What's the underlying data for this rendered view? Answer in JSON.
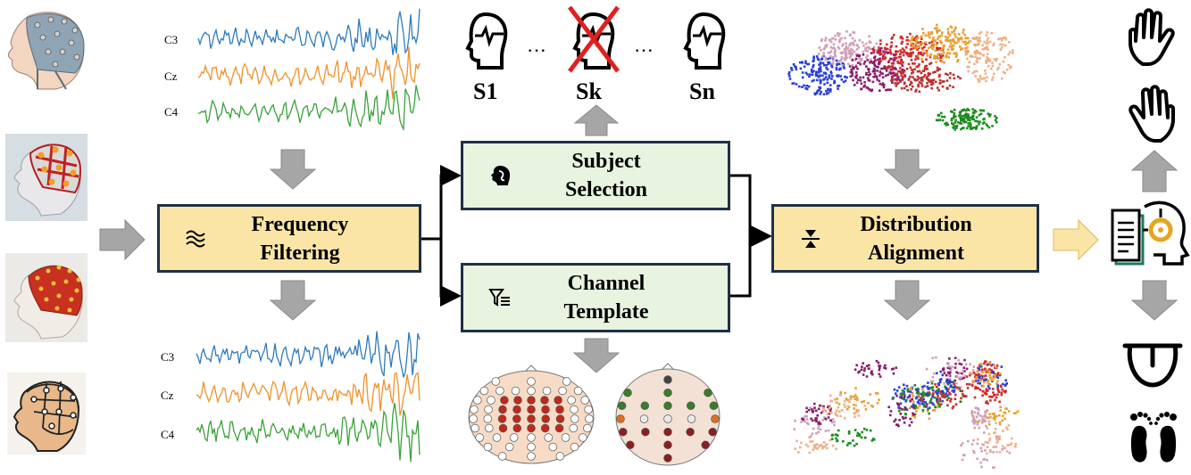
{
  "boxes": {
    "frequency_filtering": {
      "line1": "Frequency",
      "line2": "Filtering"
    },
    "subject_selection": {
      "line1": "Subject",
      "line2": "Selection"
    },
    "channel_template": {
      "line1": "Channel",
      "line2": "Template"
    },
    "distribution_alignment": {
      "line1": "Distribution",
      "line2": "Alignment"
    }
  },
  "subjects": {
    "first": "S1",
    "excluded": "Sk",
    "last": "Sn",
    "ellipsis": "···"
  },
  "channels_top": [
    "C3",
    "Cz",
    "C4"
  ],
  "channels_bottom": [
    "C3",
    "Cz",
    "C4"
  ],
  "colors": {
    "box_border": "#1f3046",
    "yellow": "#fbe5a6",
    "green": "#e8f3e0",
    "arrow_gray": "#a6a6a6",
    "arrow_yellow": "#fbe5a6",
    "c3": "#2f7bbd",
    "cz": "#f0922b",
    "c4": "#3aa23a",
    "cross_red": "#e02020"
  },
  "icons": {
    "inputs": [
      "eeg-cap-head-icon",
      "eeg-cap-photo-icon",
      "eeg-cap-red-icon",
      "eeg-sketch-icon"
    ],
    "outputs": [
      "left-hand-icon",
      "right-hand-icon",
      "tongue-icon",
      "feet-icon"
    ],
    "classifier": "brain-report-icon"
  }
}
